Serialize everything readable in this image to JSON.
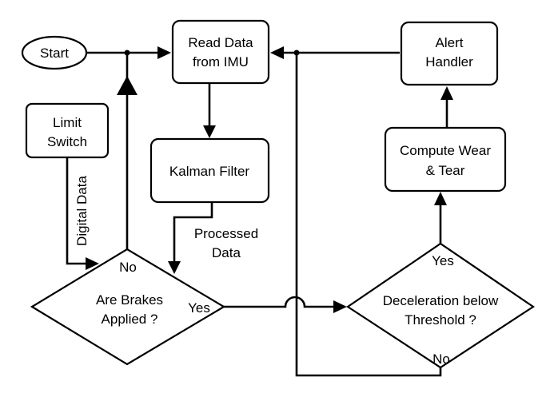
{
  "nodes": {
    "start": "Start",
    "read_data": [
      "Read Data",
      "from IMU"
    ],
    "limit_switch": [
      "Limit",
      "Switch"
    ],
    "kalman_filter": "Kalman Filter",
    "brakes_applied": [
      "Are Brakes",
      "Applied ?"
    ],
    "deceleration": [
      "Deceleration below",
      "Threshold ?"
    ],
    "compute_wear": [
      "Compute Wear",
      "& Tear"
    ],
    "alert_handler": [
      "Alert",
      "Handler"
    ]
  },
  "edge_labels": {
    "digital_data": "Digital Data",
    "processed_data": [
      "Processed",
      "Data"
    ],
    "brakes_no": "No",
    "brakes_yes": "Yes",
    "decel_yes": "Yes",
    "decel_no": "No"
  },
  "colors": {
    "stroke": "#000000",
    "fill": "#ffffff",
    "text": "#000000"
  }
}
